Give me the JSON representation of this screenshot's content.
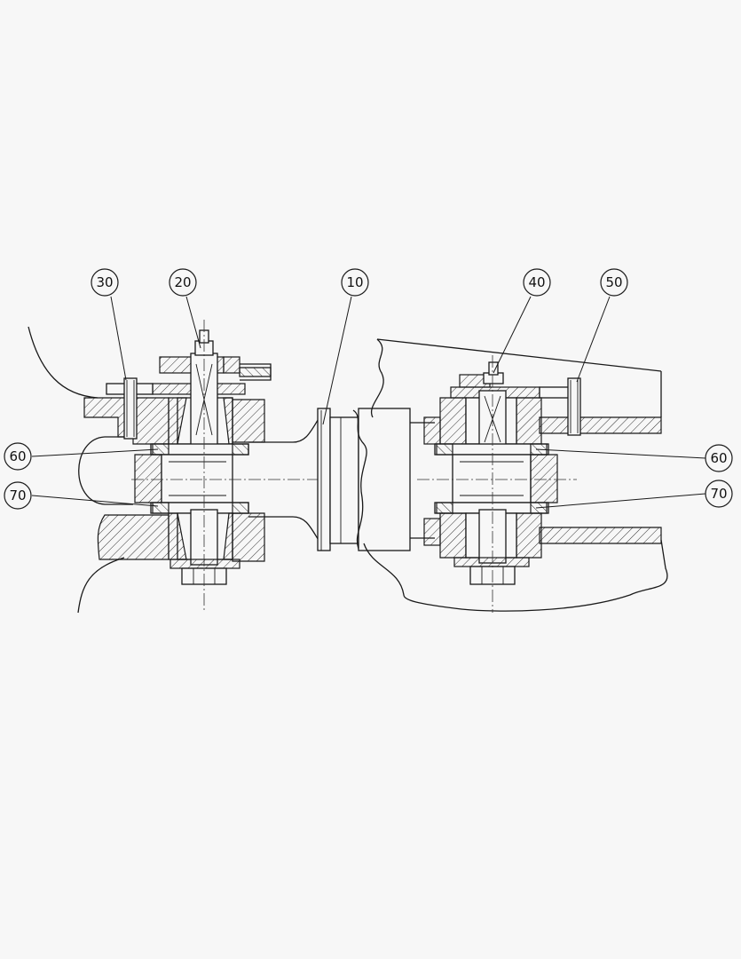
{
  "callouts": {
    "c30": "30",
    "c20": "20",
    "c10": "10",
    "c40": "40",
    "c50": "50",
    "c60_left": "60",
    "c70_left": "70",
    "c60_right": "60",
    "c70_right": "70"
  }
}
